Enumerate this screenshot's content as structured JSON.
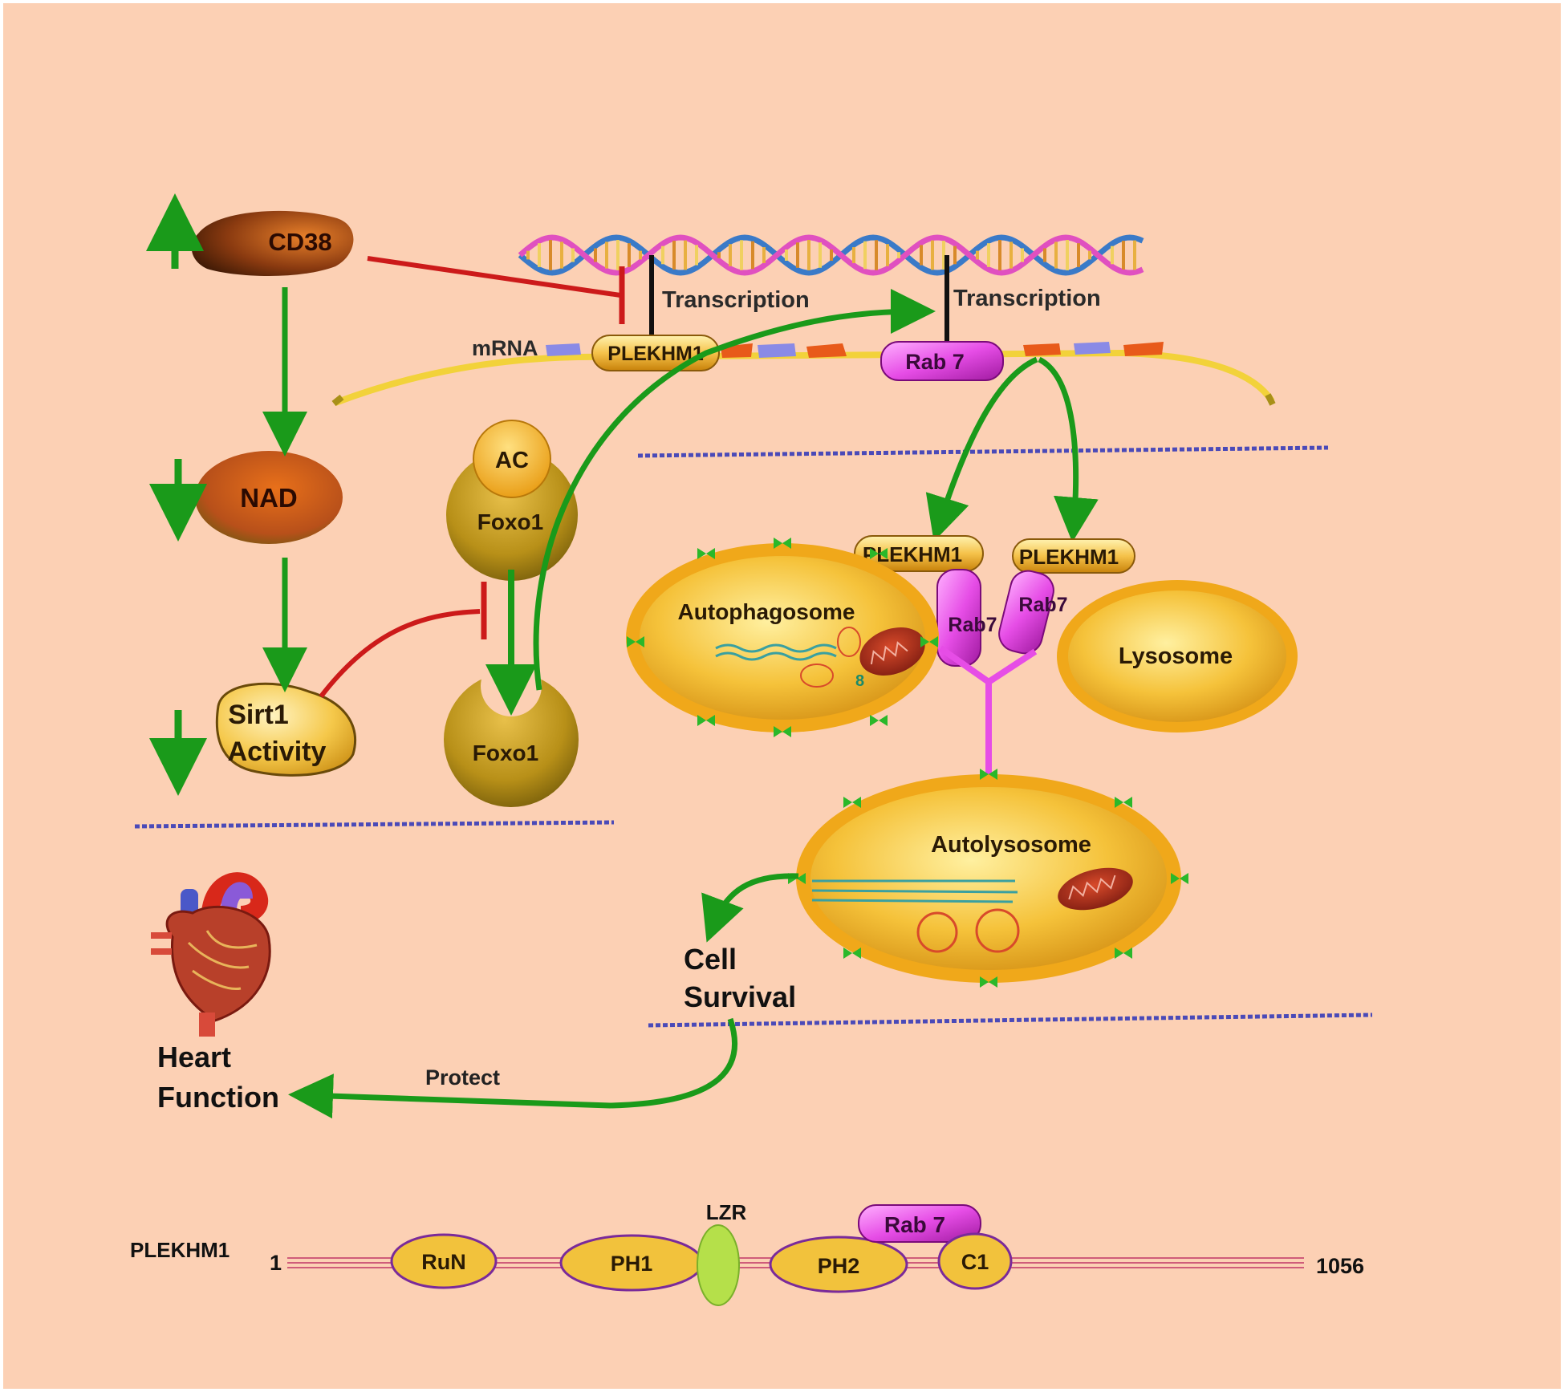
{
  "nodes": {
    "cd38": "CD38",
    "nad": "NAD",
    "sirt1_line1": "Sirt1",
    "sirt1_line2": "Activity",
    "ac": "AC",
    "foxo1_acetylated": "Foxo1",
    "foxo1": "Foxo1",
    "mrna": "mRNA",
    "plekhm1_mrna": "PLEKHM1",
    "rab7_mrna": "Rab 7",
    "transcription_1": "Transcription",
    "transcription_2": "Transcription",
    "plekhm1_left": "PLEKHM1",
    "plekhm1_right": "PLEKHM1",
    "rab7_left": "Rab7",
    "rab7_right": "Rab7",
    "autophagosome": "Autophagosome",
    "lysosome": "Lysosome",
    "autolysosome": "Autolysosome",
    "cell_survival_line1": "Cell",
    "cell_survival_line2": "Survival",
    "heart_line1": "Heart",
    "heart_line2": "Function",
    "protect": "Protect"
  },
  "domain_map": {
    "protein": "PLEKHM1",
    "start": "1",
    "end": "1056",
    "domains": [
      "RuN",
      "PH1",
      "LZR",
      "PH2",
      "C1"
    ],
    "rab7_binding": "Rab 7"
  },
  "colors": {
    "background": "#fcd0b4",
    "activate_arrow": "#1a9a1a",
    "inhibit_line": "#cc1a1a",
    "rab7_magenta": "#e64de6",
    "membrane_dash": "#4a4ab8",
    "organelle_gold": "#f0a81a",
    "domain_gold": "#f2c23c",
    "domain_border": "#7a2a9a",
    "lzr_green": "#b5e04a"
  }
}
